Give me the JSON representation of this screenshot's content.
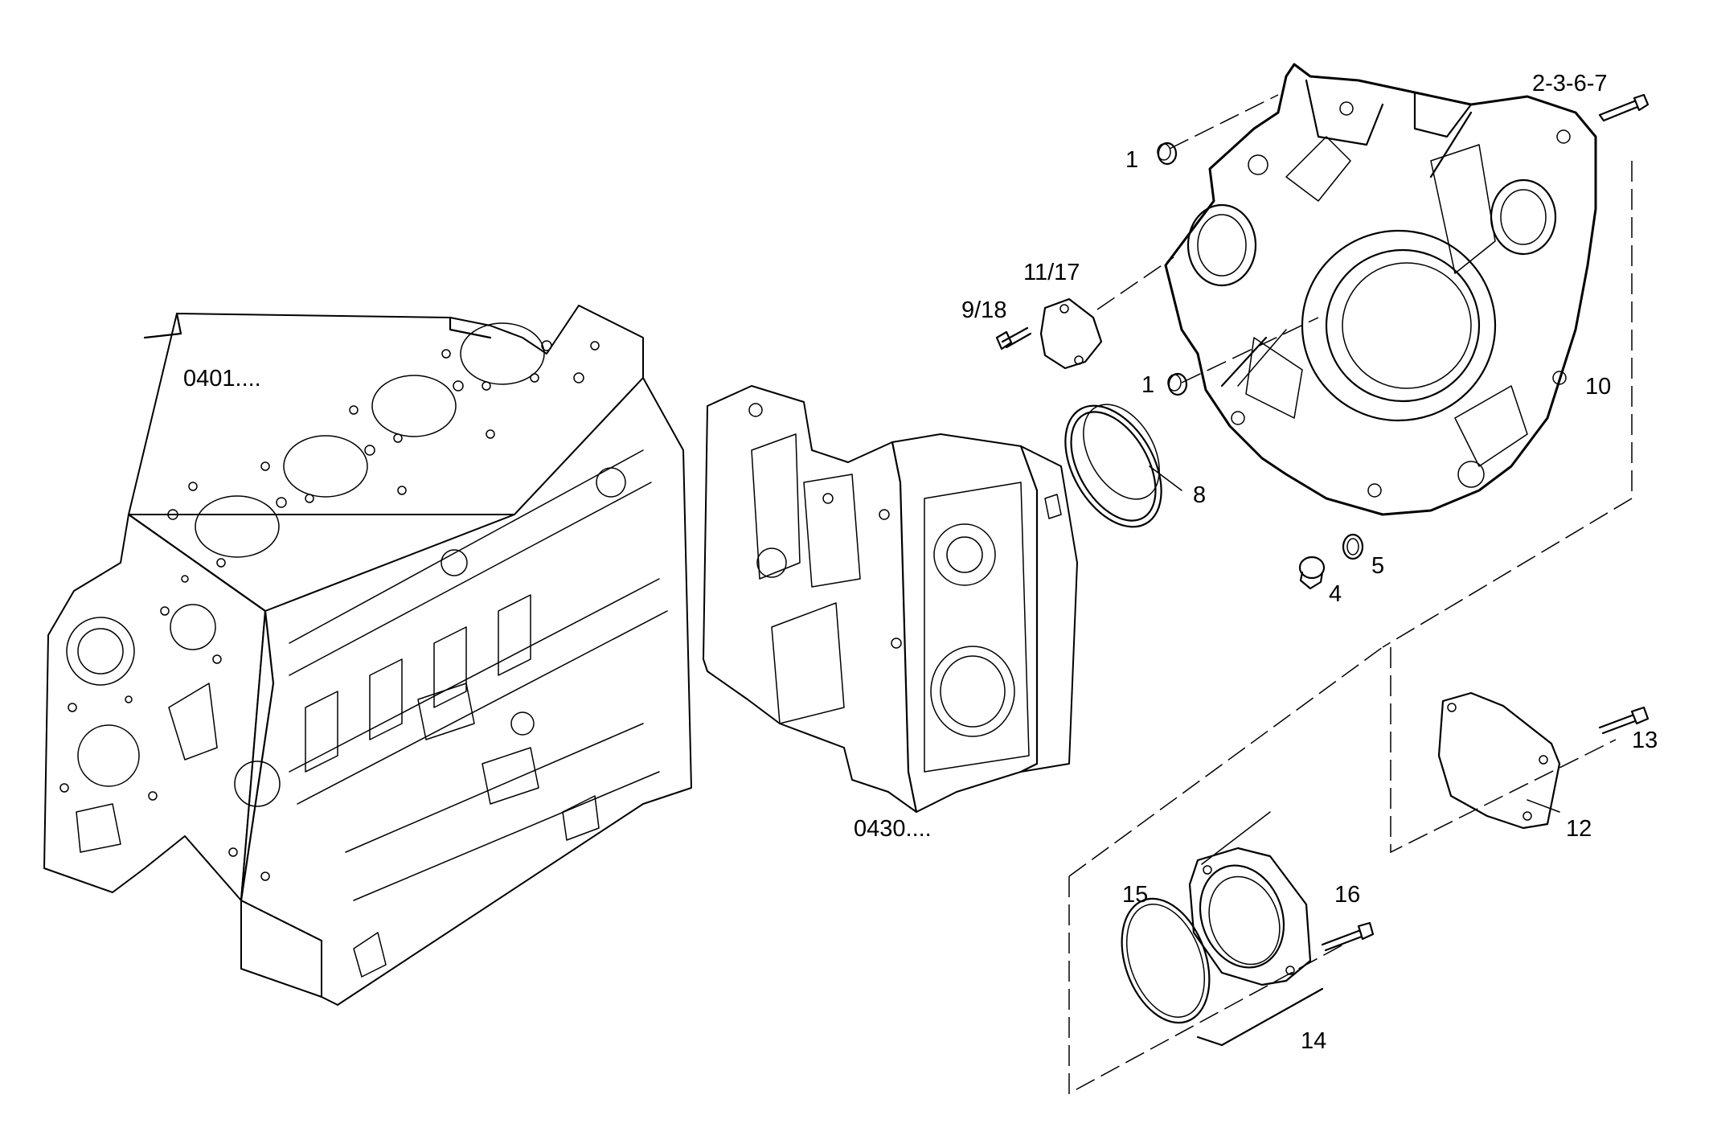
{
  "labels": {
    "block_ref": "0401....",
    "cover_ref": "0430....",
    "l1_top": "1",
    "l1_mid": "1",
    "l2367": "2-3-6-7",
    "l4": "4",
    "l5": "5",
    "l8": "8",
    "l918": "9/18",
    "l10": "10",
    "l1117": "11/17",
    "l12": "12",
    "l13": "13",
    "l14": "14",
    "l15": "15",
    "l16": "16"
  }
}
